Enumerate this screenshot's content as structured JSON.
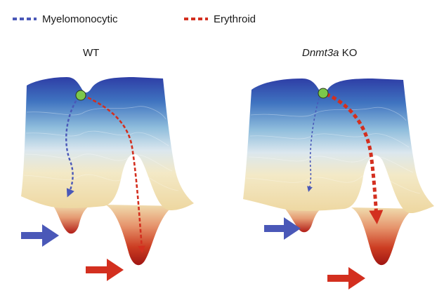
{
  "legend": {
    "myelo_label": "Myelomonocytic",
    "ery_label": "Erythroid"
  },
  "panels": {
    "wt_title": "WT",
    "ko_title_gene": "Dnmt3a",
    "ko_title_suffix": " KO"
  },
  "colors": {
    "myelo": "#4a58b8",
    "ery": "#d32f1f",
    "cell": "#7cc84a",
    "top": "#2f3fa8",
    "bottom": "#f3e2b0",
    "well": "#b8201a"
  }
}
